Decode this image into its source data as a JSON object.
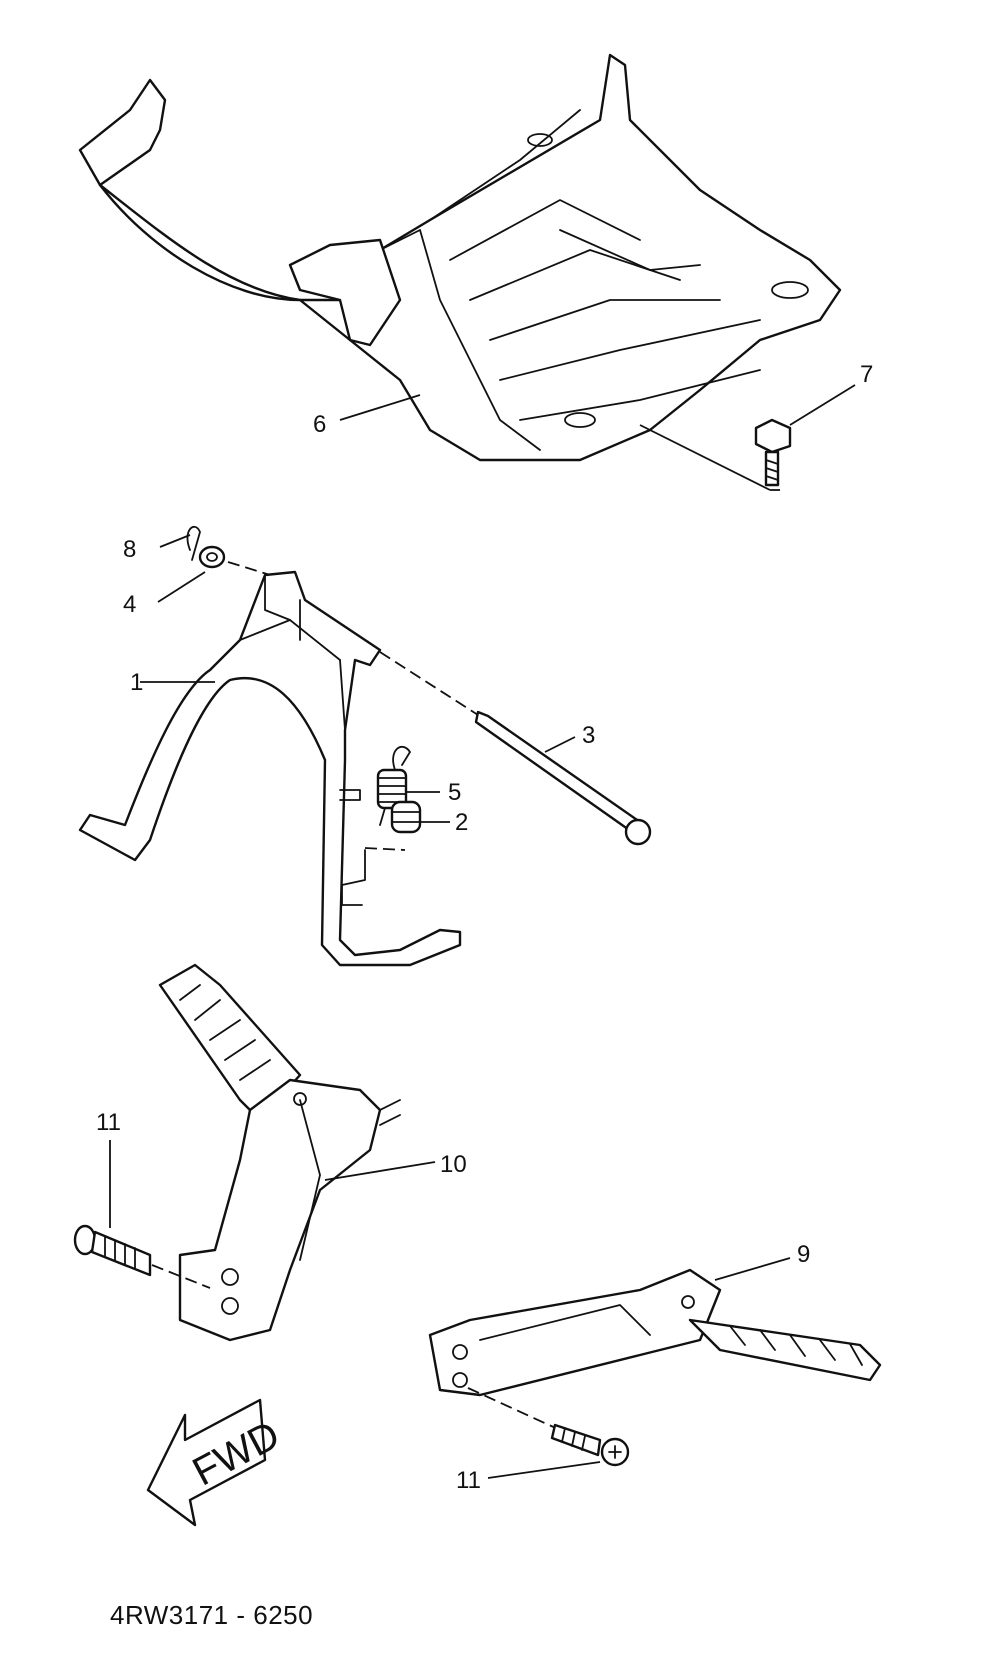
{
  "callouts": {
    "c1": "1",
    "c2": "2",
    "c3": "3",
    "c4": "4",
    "c5": "5",
    "c6": "6",
    "c7": "7",
    "c8": "8",
    "c9": "9",
    "c10": "10",
    "c11a": "11",
    "c11b": "11"
  },
  "direction_arrow": {
    "label": "FWD"
  },
  "drawing_code": "4RW3171 - 6250"
}
